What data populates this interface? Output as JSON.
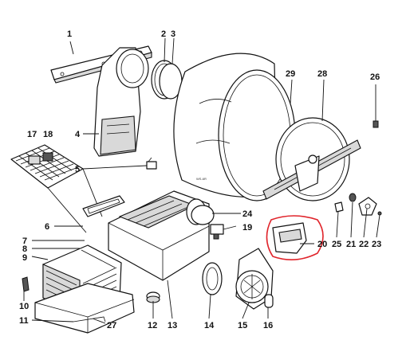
{
  "callouts": [
    {
      "id": "1",
      "text": "1"
    },
    {
      "id": "2",
      "text": "2"
    },
    {
      "id": "3",
      "text": "3"
    },
    {
      "id": "4",
      "text": "4"
    },
    {
      "id": "5",
      "text": "5"
    },
    {
      "id": "6",
      "text": "6"
    },
    {
      "id": "7",
      "text": "7"
    },
    {
      "id": "8",
      "text": "8"
    },
    {
      "id": "9",
      "text": "9"
    },
    {
      "id": "10",
      "text": "10"
    },
    {
      "id": "11",
      "text": "11"
    },
    {
      "id": "12",
      "text": "12"
    },
    {
      "id": "13",
      "text": "13"
    },
    {
      "id": "14",
      "text": "14"
    },
    {
      "id": "15",
      "text": "15"
    },
    {
      "id": "16",
      "text": "16"
    },
    {
      "id": "17",
      "text": "17"
    },
    {
      "id": "18",
      "text": "18"
    },
    {
      "id": "19",
      "text": "19"
    },
    {
      "id": "20",
      "text": "20"
    },
    {
      "id": "21",
      "text": "21"
    },
    {
      "id": "22",
      "text": "22"
    },
    {
      "id": "23",
      "text": "23"
    },
    {
      "id": "24",
      "text": "24"
    },
    {
      "id": "25",
      "text": "25"
    },
    {
      "id": "26",
      "text": "26"
    },
    {
      "id": "27",
      "text": "27"
    },
    {
      "id": "28",
      "text": "28"
    },
    {
      "id": "29",
      "text": "29"
    }
  ],
  "highlight": {
    "color": "#e0242b",
    "target": "20"
  }
}
